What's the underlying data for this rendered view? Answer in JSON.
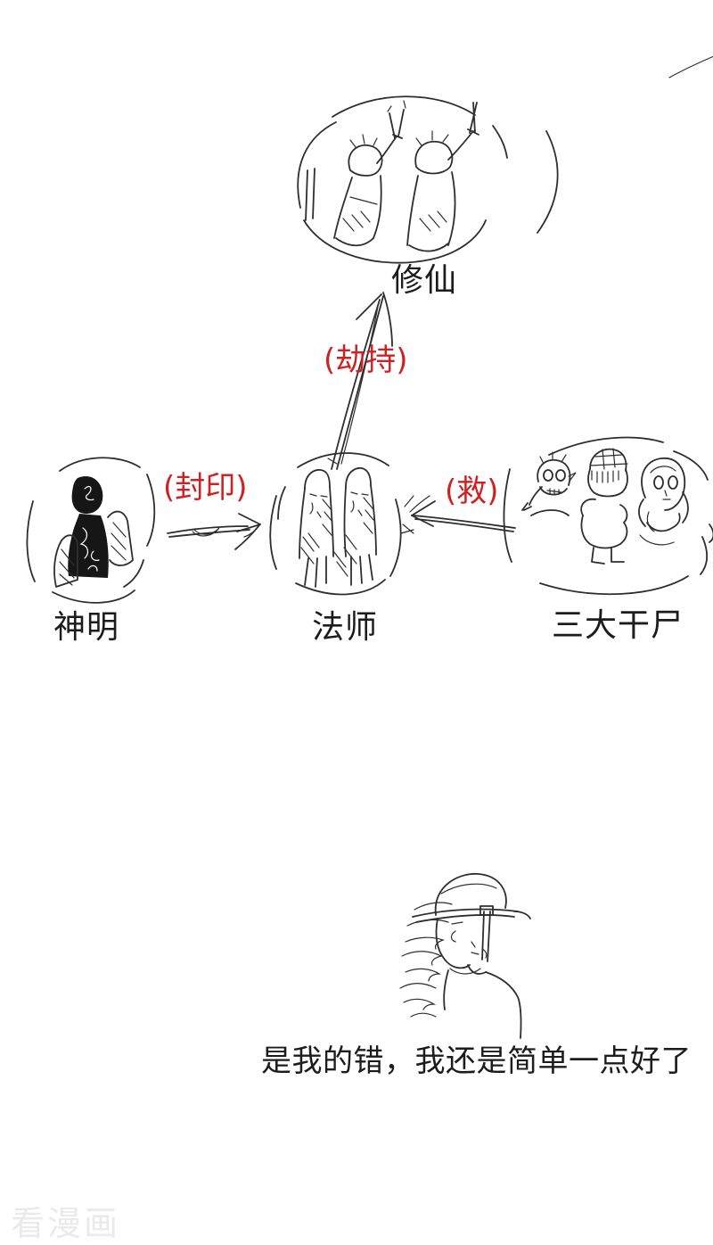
{
  "colors": {
    "ink": "#2e2e2e",
    "label": "#1c1c1c",
    "accent-red": "#cf2121",
    "watermark": "#eaeaea",
    "silhouette": "#161616"
  },
  "diagram": {
    "nodes": [
      {
        "id": "xiuxian",
        "label": "修仙",
        "sketch": "two-cultivators-raising-swords"
      },
      {
        "id": "shenming",
        "label": "神明",
        "sketch": "dark-deity-silhouette-with-hatched-figures"
      },
      {
        "id": "fashi",
        "label": "法师",
        "sketch": "two-tall-mummy-like-mages"
      },
      {
        "id": "sanda-ganshi",
        "label": "三大干尸",
        "sketch": "three-mummy-heads"
      }
    ],
    "edges": [
      {
        "from": "fashi",
        "to": "xiuxian",
        "label": "(劫持)",
        "direction": "up"
      },
      {
        "from": "shenming",
        "to": "fashi",
        "label": "(封印)",
        "direction": "right"
      },
      {
        "from": "sanda-ganshi",
        "to": "fashi",
        "label": "(救)",
        "direction": "left"
      }
    ]
  },
  "caption": {
    "text": "是我的错，我还是简单一点好了",
    "sketch": "author-in-round-hat-profile"
  },
  "watermark": {
    "text": "看漫画"
  }
}
